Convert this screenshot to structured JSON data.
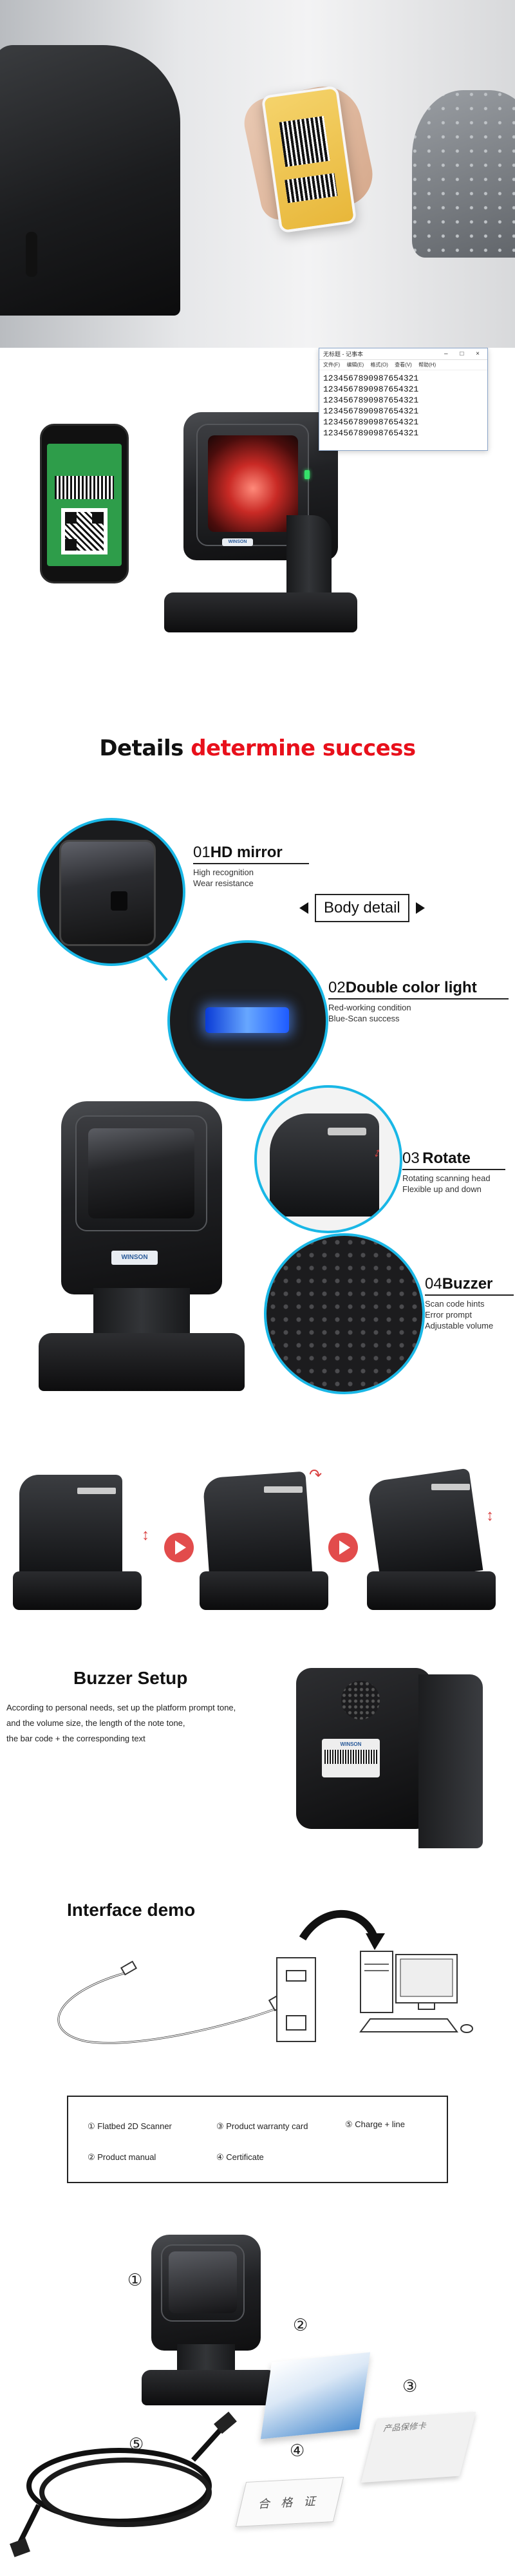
{
  "notepad": {
    "title": "无标题 - 记事本",
    "controls": "– □ ×",
    "menu": [
      "文件(F)",
      "编辑(E)",
      "格式(O)",
      "查看(V)",
      "帮助(H)"
    ],
    "lines": [
      "1234567890987654321",
      "1234567890987654321",
      "1234567890987654321",
      "1234567890987654321",
      "1234567890987654321",
      "1234567890987654321"
    ]
  },
  "scanner_logo": "WINSON",
  "headline": {
    "part1": "Details ",
    "part2": "determine success",
    "color_black": "#111111",
    "color_red": "#e8101b"
  },
  "accent_color": "#19b7e6",
  "body_detail": "Body detail",
  "features": [
    {
      "num": "01",
      "title": "HD mirror",
      "desc": [
        "High recognition",
        "Wear resistance"
      ]
    },
    {
      "num": "02",
      "title": "Double color light",
      "desc": [
        "Red-working condition",
        "Blue-Scan success"
      ]
    },
    {
      "num": "03",
      "title": "Rotate",
      "desc": [
        "Rotating scanning head",
        "Flexible up and down"
      ]
    },
    {
      "num": "04",
      "title": "Buzzer",
      "desc": [
        "Scan code hints",
        "Error prompt",
        "Adjustable volume"
      ]
    }
  ],
  "buzzer": {
    "title": "Buzzer Setup",
    "lines": [
      "According to personal needs, set up the platform prompt tone,",
      "and the volume size, the length of the note tone,",
      "the bar code + the corresponding text"
    ],
    "label": "WINSON"
  },
  "interface": {
    "title": "Interface demo"
  },
  "package": {
    "items": [
      "① Flatbed 2D Scanner",
      "③ Product warranty card",
      "⑤ Charge + line",
      "② Product manual",
      "④ Certificate"
    ]
  },
  "contents_numbers": [
    "①",
    "②",
    "③",
    "④",
    "⑤"
  ],
  "certificate_text": "合 格 证",
  "warranty_text": "产品保修卡"
}
